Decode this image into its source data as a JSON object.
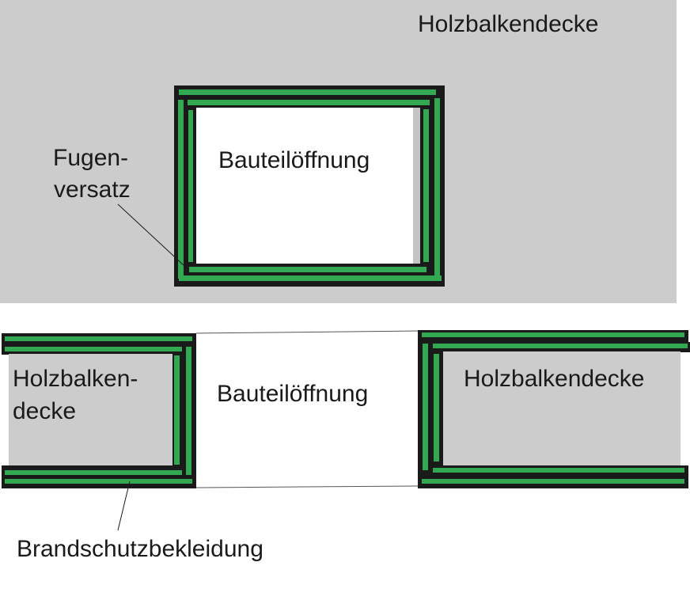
{
  "colors": {
    "slab_gray": "#cccccc",
    "cladding_green": "#33a852",
    "outline_black": "#1a1a1a",
    "opening_white": "#ffffff",
    "text": "#1a1a1a"
  },
  "top_view": {
    "slab_label": "Holzbalkendecke",
    "opening_label": "Bauteilöffnung",
    "joint_label_line1": "Fugen-",
    "joint_label_line2": "versatz"
  },
  "section_view": {
    "left_slab_label_line1": "Holzbalken-",
    "left_slab_label_line2": "decke",
    "opening_label": "Bauteilöffnung",
    "right_slab_label": "Holzbalkendecke",
    "cladding_label": "Brandschutzbekleidung"
  }
}
